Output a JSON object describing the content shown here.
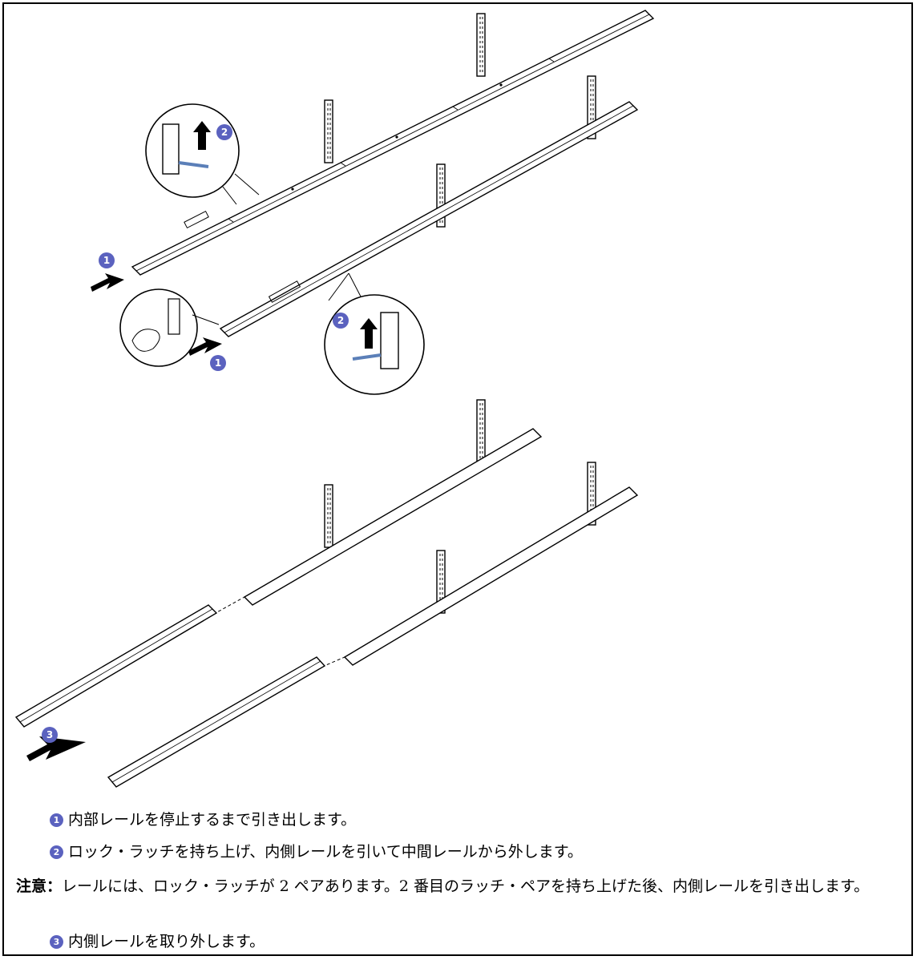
{
  "illustration": {
    "callouts": [
      "1",
      "2",
      "3"
    ],
    "arrow_color": "#000000",
    "callout_color": "#5b62bf",
    "latch_color": "#5b7fb8"
  },
  "steps": [
    {
      "num": "1",
      "text": "内部レールを停止するまで引き出します。"
    },
    {
      "num": "2",
      "text": "ロック・ラッチを持ち上げ、内側レールを引いて中間レールから外します。"
    },
    {
      "num": "3",
      "text": "内側レールを取り外します。"
    }
  ],
  "note": {
    "label": "注意：",
    "text": "レールには、ロック・ラッチが 2 ペアあります。2 番目のラッチ・ペアを持ち上げた後、内側レールを引き出します。"
  }
}
